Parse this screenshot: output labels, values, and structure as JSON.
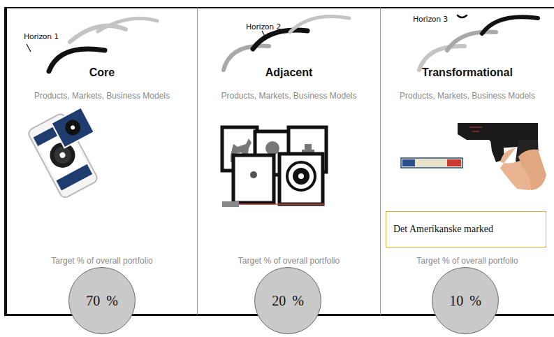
{
  "diagram": {
    "nodes": [
      {
        "text": [
          "Horizon 1",
          "Core",
          "Products, Markets, Business Models",
          "Target % of overall portfolio"
        ]
      },
      {
        "text": [
          "70 %"
        ],
        "in": 0
      },
      {
        "text": [
          "Horizon 2",
          "Adjacent",
          "Products, Markets, Business Models",
          "Target % of overall portfolio"
        ]
      },
      {
        "text": [
          "20 %"
        ],
        "in": 2
      },
      {
        "text": [
          "Horizon 3",
          "Transformational",
          "Products, Markets, Business Models",
          "Target % of overall portfolio"
        ]
      },
      {
        "text": [
          "Det Amerikanske marked"
        ],
        "in": 4
      },
      {
        "text": [
          "10 %"
        ],
        "in": 4
      }
    ]
  }
}
